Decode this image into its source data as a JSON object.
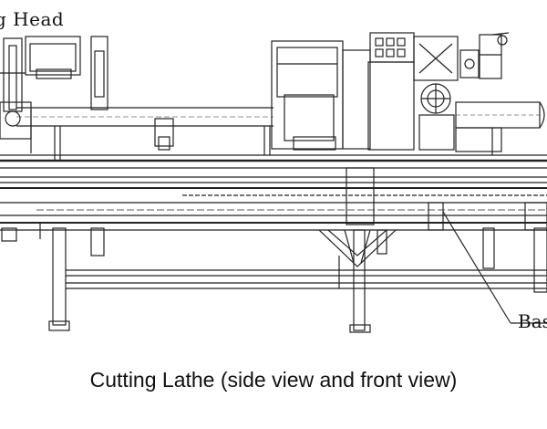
{
  "labels": {
    "head": "g Head",
    "base": "Bas"
  },
  "caption": "Cutting Lathe (side view and front view)"
}
